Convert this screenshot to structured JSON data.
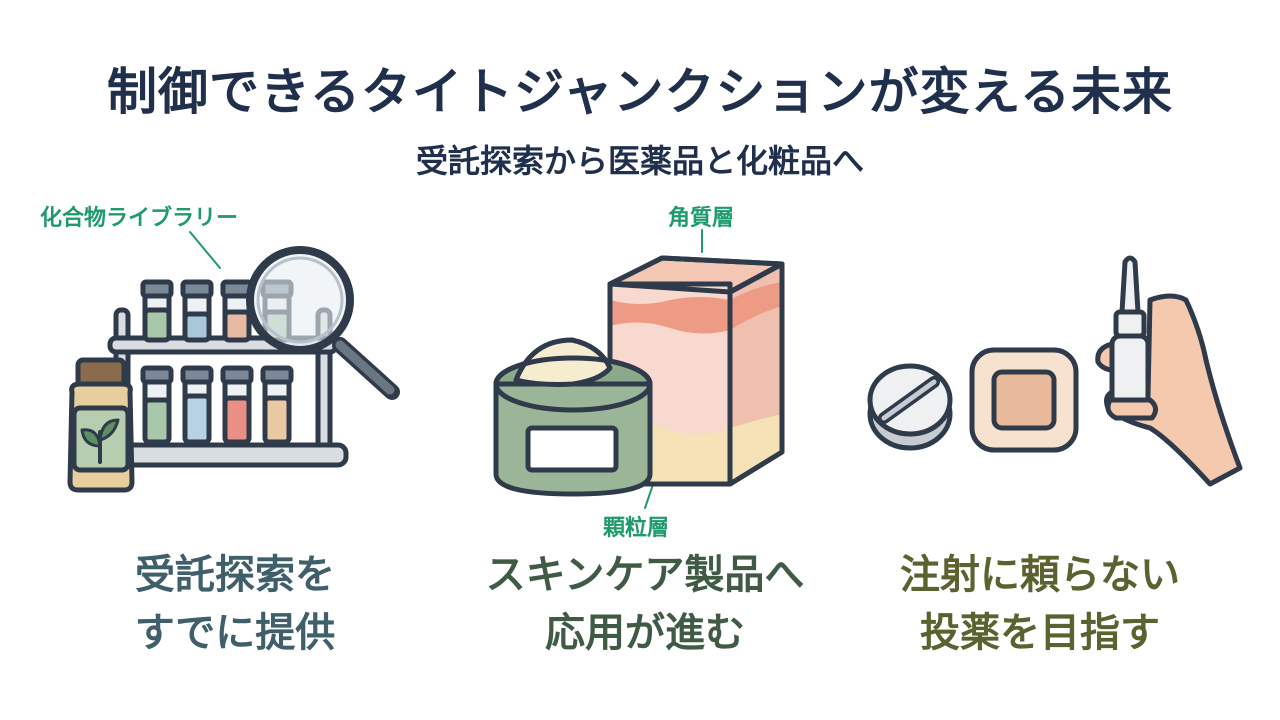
{
  "header": {
    "title": "制御できるタイトジャンクションが変える未来",
    "subtitle": "受託探索から医薬品と化粧品へ"
  },
  "labels": {
    "library": "化合物ライブラリー",
    "stratum_corneum": "角質層",
    "stratum_granulosum": "顆粒層"
  },
  "captions": {
    "left": {
      "line1": "受託探索を",
      "line2": "すでに提供",
      "color": "#3f5f6a"
    },
    "center": {
      "line1": "スキンケア製品へ",
      "line2": "応用が進む",
      "color": "#3f5a45"
    },
    "right": {
      "line1": "注射に頼らない",
      "line2": "投薬を目指す",
      "color": "#5c6130"
    }
  },
  "colors": {
    "title": "#1f2f4c",
    "label_green": "#1f9a6b",
    "outline": "#2f3a4a"
  }
}
